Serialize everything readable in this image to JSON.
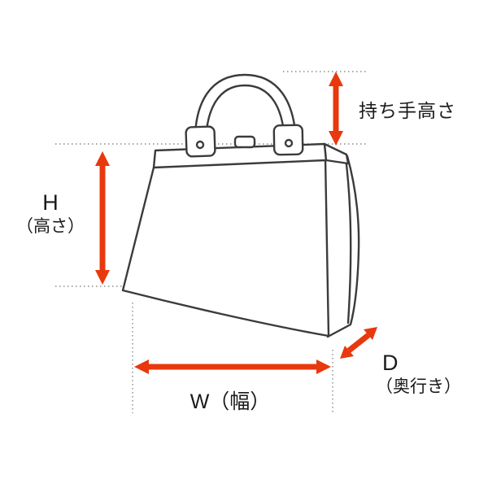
{
  "labels": {
    "handle_height": "持ち手高さ",
    "height_letter": "H",
    "height_caption": "（高さ）",
    "width": "W（幅）",
    "depth_letter": "D",
    "depth_caption": "（奥行き）"
  },
  "colors": {
    "arrow_red": "#e8380d",
    "outline": "#3b3b3b",
    "guide_gray": "#8c8c8c",
    "background": "#ffffff"
  }
}
